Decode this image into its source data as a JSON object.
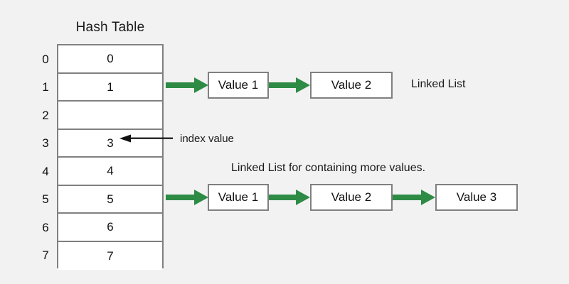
{
  "background_color": "#f2f2f2",
  "accent_color": "#2e8b45",
  "border_color": "#808080",
  "text_color": "#111111",
  "hash_table": {
    "title": "Hash Table",
    "rows": [
      {
        "index": "0",
        "value": "0"
      },
      {
        "index": "1",
        "value": "1"
      },
      {
        "index": "2",
        "value": ""
      },
      {
        "index": "3",
        "value": "3"
      },
      {
        "index": "4",
        "value": "4"
      },
      {
        "index": "5",
        "value": "5"
      },
      {
        "index": "6",
        "value": "6"
      },
      {
        "index": "7",
        "value": "7"
      }
    ]
  },
  "callout": {
    "label": "index value",
    "points_to_row": "3"
  },
  "linked_lists": [
    {
      "from_row": "1",
      "caption": "Linked List",
      "nodes": [
        {
          "label": "Value 1"
        },
        {
          "label": "Value 2"
        }
      ]
    },
    {
      "from_row": "5",
      "caption": "Linked List for containing more values.",
      "nodes": [
        {
          "label": "Value 1"
        },
        {
          "label": "Value 2"
        },
        {
          "label": "Value 3"
        }
      ]
    }
  ]
}
